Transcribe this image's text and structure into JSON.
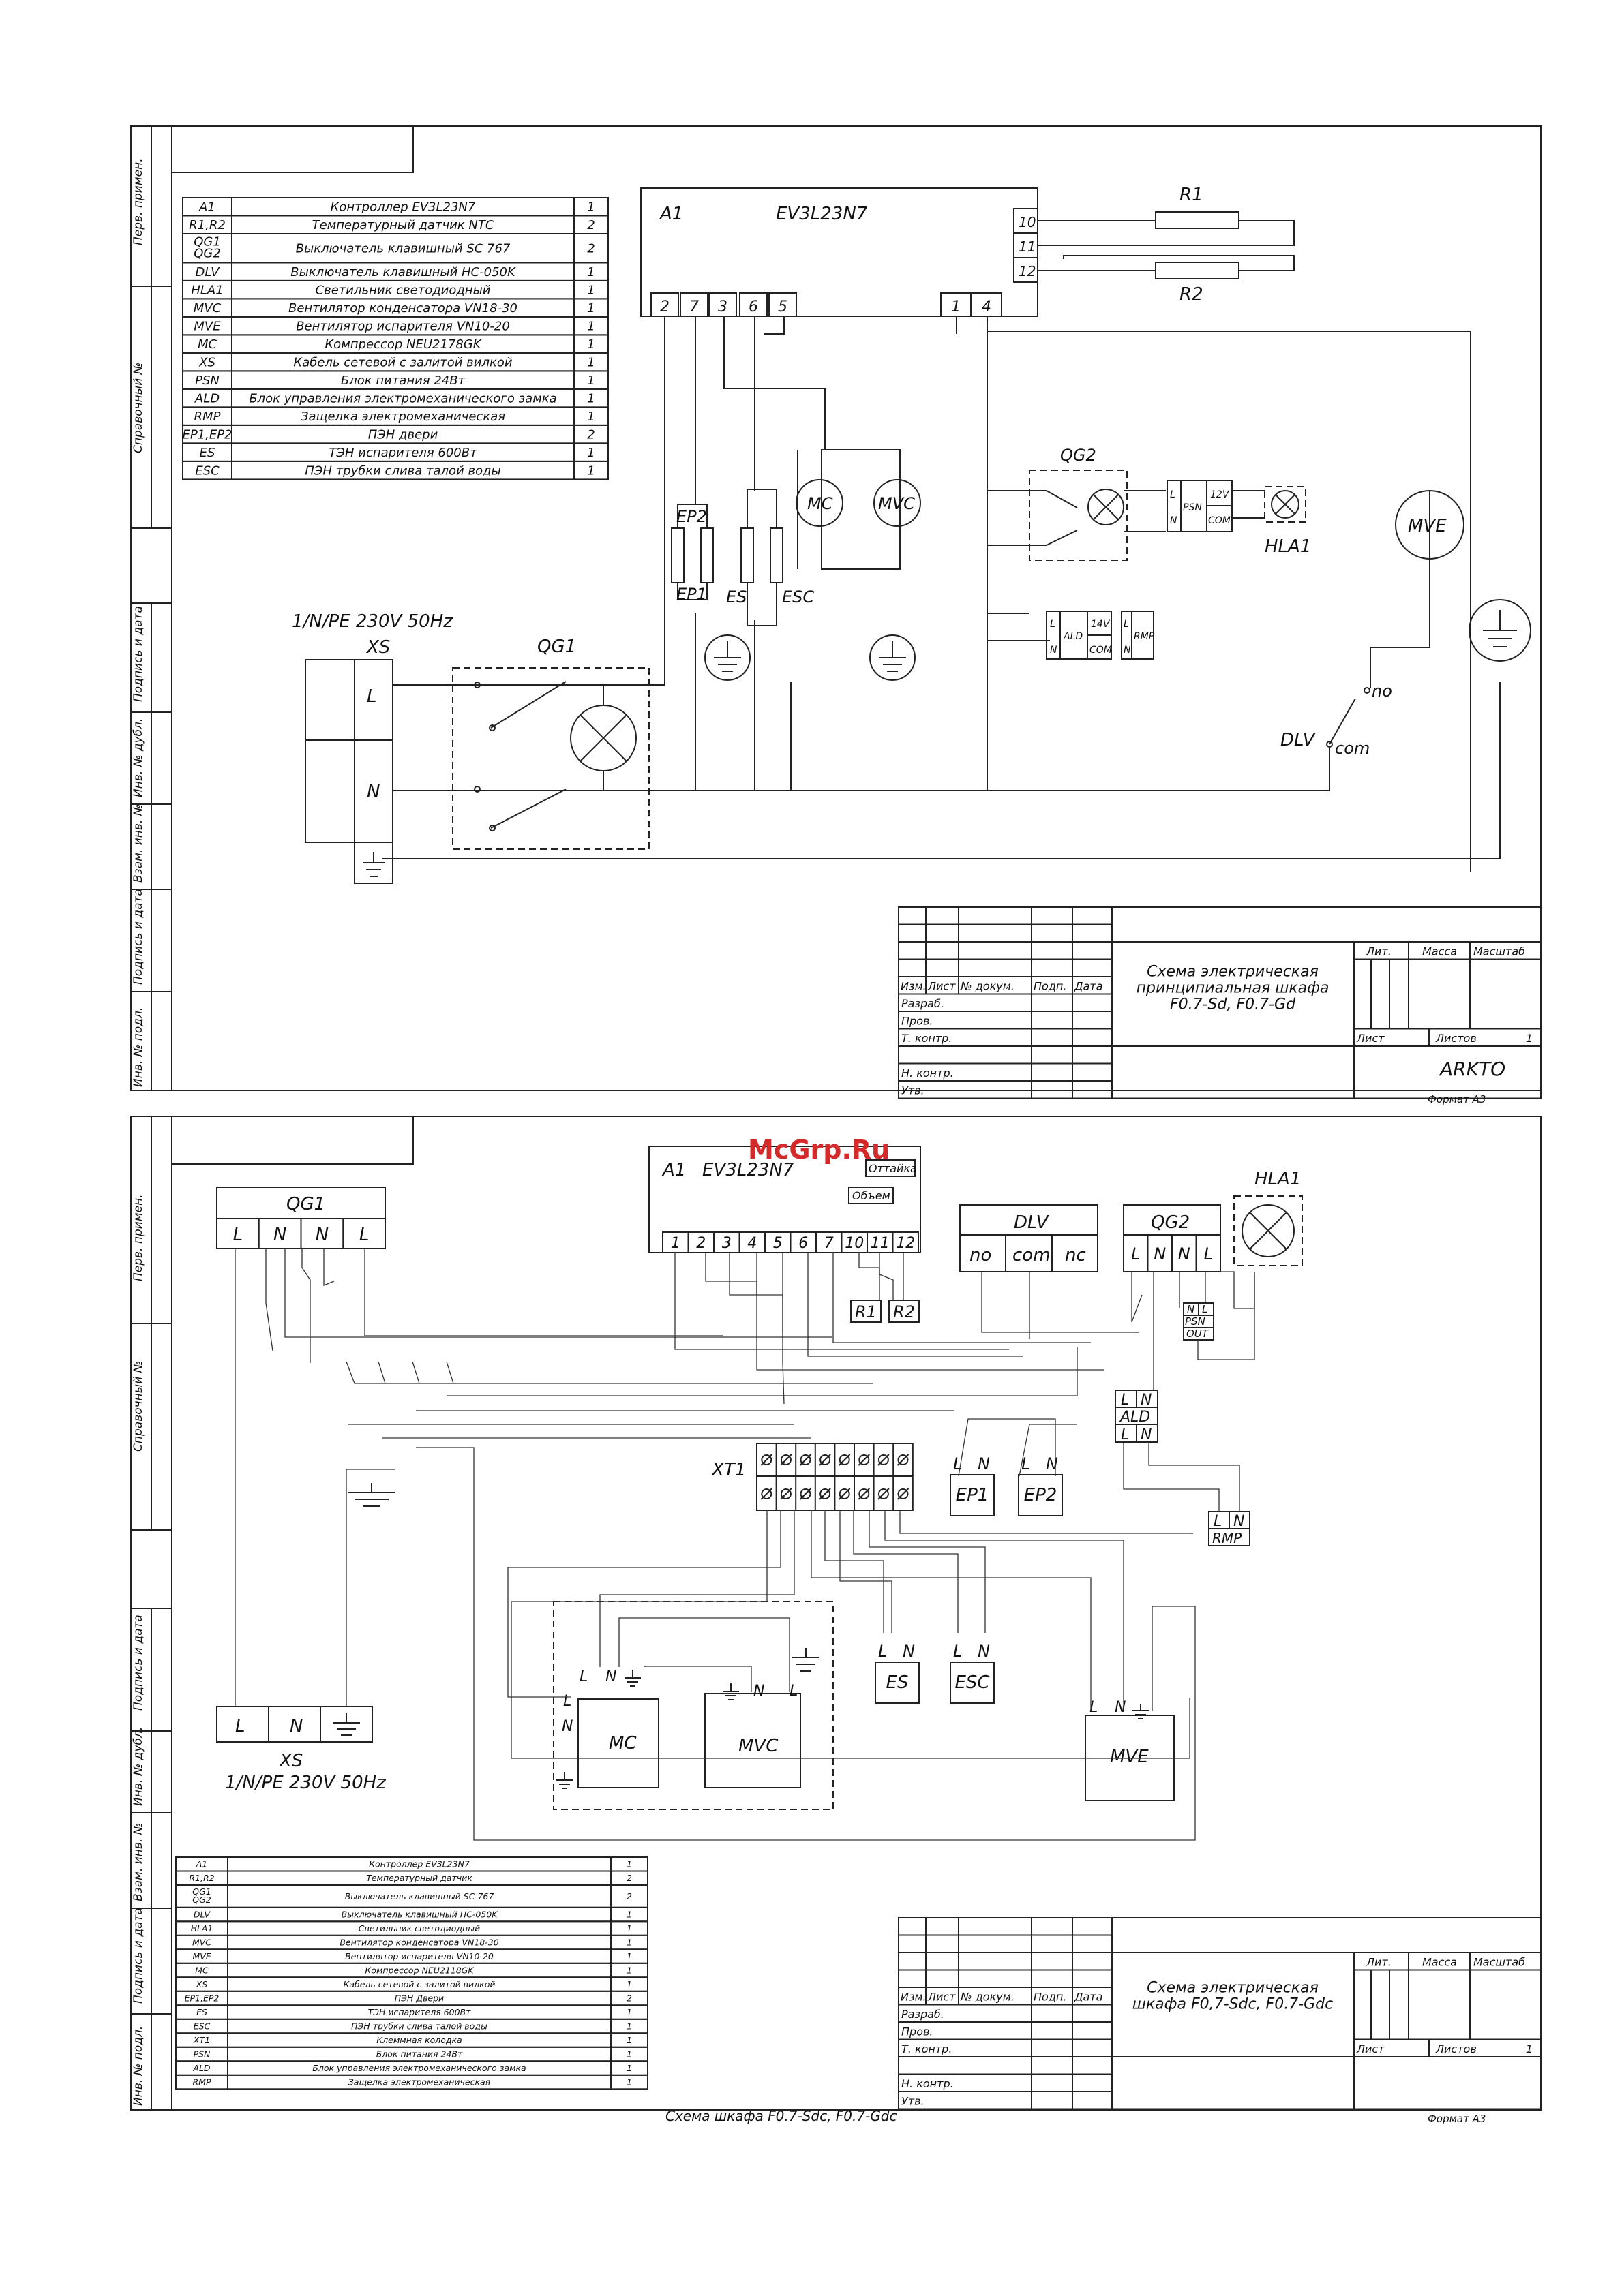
{
  "watermark": "McGrp.Ru",
  "sheet1": {
    "parts": [
      {
        "code": "A1",
        "desc": "Контроллер EV3L23N7",
        "qty": "1"
      },
      {
        "code": "R1,R2",
        "desc": "Температурный датчик NTC",
        "qty": "2"
      },
      {
        "code": "QG1 QG2",
        "desc": "Выключатель клавишный SC 767",
        "qty": "2"
      },
      {
        "code": "DLV",
        "desc": "Выключатель клавишный HC-050K",
        "qty": "1"
      },
      {
        "code": "HLA1",
        "desc": "Светильник светодиодный",
        "qty": "1"
      },
      {
        "code": "MVC",
        "desc": "Вентилятор конденсатора VN18-30",
        "qty": "1"
      },
      {
        "code": "MVE",
        "desc": "Вентилятор испарителя VN10-20",
        "qty": "1"
      },
      {
        "code": "MC",
        "desc": "Компрессор NEU2178GK",
        "qty": "1"
      },
      {
        "code": "XS",
        "desc": "Кабель сетевой с залитой вилкой",
        "qty": "1"
      },
      {
        "code": "PSN",
        "desc": "Блок питания 24Вт",
        "qty": "1"
      },
      {
        "code": "ALD",
        "desc": "Блок управления электромеханического замка",
        "qty": "1"
      },
      {
        "code": "RMP",
        "desc": "Защелка электромеханическая",
        "qty": "1"
      },
      {
        "code": "EP1,EP2",
        "desc": "ПЭН двери",
        "qty": "2"
      },
      {
        "code": "ES",
        "desc": "ТЭН испарителя 600Вт",
        "qty": "1"
      },
      {
        "code": "ESC",
        "desc": "ПЭН трубки слива талой воды",
        "qty": "1"
      }
    ],
    "controller": {
      "ref": "A1",
      "model": "EV3L23N7",
      "terms_bottom": [
        "2",
        "7",
        "3",
        "6",
        "5",
        "1",
        "4"
      ],
      "terms_right": [
        "10",
        "11",
        "12"
      ]
    },
    "r1": "R1",
    "r2": "R2",
    "mc": "MC",
    "mvc": "MVC",
    "mve": "MVE",
    "qg1": "QG1",
    "qg2": "QG2",
    "hla1": "HLA1",
    "ep1": "EP1",
    "ep2": "EP2",
    "es": "ES",
    "esc": "ESC",
    "supply": "1/N/PE 230V 50Hz",
    "xs": "XS",
    "l": "L",
    "n": "N",
    "psn": "PSN",
    "v12": "12V",
    "com": "COM",
    "ald": "ALD",
    "v14": "14V",
    "rmp": "RMP",
    "dlv": "DLV",
    "no": "no",
    "dcom": "com",
    "title": {
      "headers": [
        "Изм.",
        "Лист",
        "№ докум.",
        "Подп.",
        "Дата"
      ],
      "rows": [
        "Разраб.",
        "Пров.",
        "Т. контр.",
        "",
        "Н. контр.",
        "Утв."
      ],
      "name_lines": [
        "Схема электрическая",
        "принципиальная шкафа",
        "F0.7-Sd, F0.7-Gd"
      ],
      "lit": "Лит.",
      "mass": "Масса",
      "scale": "Масштаб",
      "sheet": "Лист",
      "sheets": "Листов",
      "sheets_val": "1",
      "org": "ARKTO"
    },
    "format": "Формат А3"
  },
  "side_labels": [
    "Перв. примен.",
    "Справочный №",
    "Подпись и дата",
    "Инв. № дубл.",
    "Взам. инв. №",
    "Подпись и дата",
    "Инв. № подл."
  ],
  "sheet2": {
    "controller": {
      "ref": "A1",
      "model": "EV3L23N7",
      "defrost": "Оттайка",
      "volume": "Объем",
      "terms": [
        "1",
        "2",
        "3",
        "4",
        "5",
        "6",
        "7",
        "10",
        "11",
        "12"
      ]
    },
    "qg1": "QG1",
    "qg1_terms": [
      "L",
      "N",
      "N",
      "L"
    ],
    "dlv": "DLV",
    "dlv_terms": [
      "no",
      "com",
      "nc"
    ],
    "qg2": "QG2",
    "qg2_terms": [
      "L",
      "N",
      "N",
      "L"
    ],
    "hla1": "HLA1",
    "psn": [
      "N",
      "L",
      "PSN",
      "OUT"
    ],
    "ald": "ALD",
    "rmp": "RMP",
    "xt1": "XT1",
    "ep1": "EP1",
    "ep2": "EP2",
    "es": "ES",
    "esc": "ESC",
    "mc": "MC",
    "mvc": "MVC",
    "mve": "MVE",
    "r1": "R1",
    "r2": "R2",
    "xs": "XS",
    "supply": "1/N/PE 230V 50Hz",
    "l": "L",
    "n": "N",
    "parts": [
      {
        "code": "A1",
        "desc": "Контроллер EV3L23N7",
        "qty": "1"
      },
      {
        "code": "R1,R2",
        "desc": "Температурный датчик",
        "qty": "2"
      },
      {
        "code": "QG1 QG2",
        "desc": "Выключатель клавишный SC 767",
        "qty": "2"
      },
      {
        "code": "DLV",
        "desc": "Выключатель клавишный HC-050K",
        "qty": "1"
      },
      {
        "code": "HLA1",
        "desc": "Светильник светодиодный",
        "qty": "1"
      },
      {
        "code": "MVC",
        "desc": "Вентилятор конденсатора VN18-30",
        "qty": "1"
      },
      {
        "code": "MVE",
        "desc": "Вентилятор испарителя VN10-20",
        "qty": "1"
      },
      {
        "code": "MC",
        "desc": "Компрессор NEU2118GK",
        "qty": "1"
      },
      {
        "code": "XS",
        "desc": "Кабель сетевой с залитой вилкой",
        "qty": "1"
      },
      {
        "code": "EP1,EP2",
        "desc": "ПЭН Двери",
        "qty": "2"
      },
      {
        "code": "ES",
        "desc": "ТЭН испарителя 600Вт",
        "qty": "1"
      },
      {
        "code": "ESC",
        "desc": "ПЭН трубки слива талой воды",
        "qty": "1"
      },
      {
        "code": "XT1",
        "desc": "Клеммная колодка",
        "qty": "1"
      },
      {
        "code": "PSN",
        "desc": "Блок питания 24Вт",
        "qty": "1"
      },
      {
        "code": "ALD",
        "desc": "Блок управления электромеханического замка",
        "qty": "1"
      },
      {
        "code": "RMP",
        "desc": "Защелка электромеханическая",
        "qty": "1"
      }
    ],
    "title": {
      "headers": [
        "Изм.",
        "Лист",
        "№ докум.",
        "Подп.",
        "Дата"
      ],
      "rows": [
        "Разраб.",
        "Пров.",
        "Т. контр.",
        "",
        "Н. контр.",
        "Утв."
      ],
      "name_lines": [
        "Схема электрическая",
        "шкафа F0,7-Sdc, F0.7-Gdc"
      ],
      "lit": "Лит.",
      "mass": "Масса",
      "scale": "Масштаб",
      "sheet": "Лист",
      "sheets": "Листов",
      "sheets_val": "1"
    },
    "caption": "Схема шкафа F0.7-Sdc, F0.7-Gdc",
    "format": "Формат А3"
  }
}
